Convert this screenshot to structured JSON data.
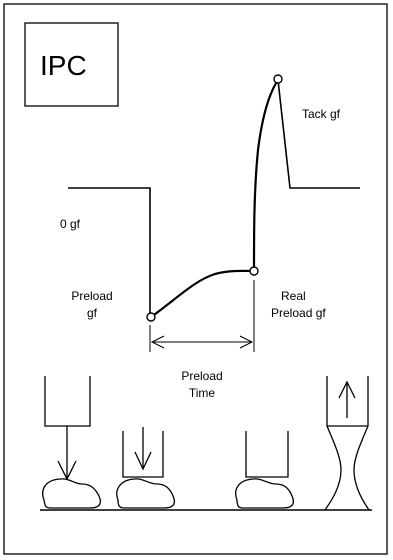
{
  "logo_box": {
    "text": "IPC"
  },
  "labels": {
    "zero_gf": "0 gf",
    "tack_gf": "Tack gf",
    "preload_gf_line1": "Preload",
    "preload_gf_line2": "gf",
    "real_preload_line1": "Real",
    "real_preload_line2": "Preload gf",
    "preload_time_line1": "Preload",
    "preload_time_line2": "Time"
  },
  "stages": [
    {
      "name": "approach",
      "arrow": "down"
    },
    {
      "name": "contact",
      "arrow": "down"
    },
    {
      "name": "dwell",
      "arrow": "none"
    },
    {
      "name": "pull-off",
      "arrow": "up"
    }
  ],
  "colors": {
    "stroke": "#000000",
    "background": "#ffffff"
  }
}
